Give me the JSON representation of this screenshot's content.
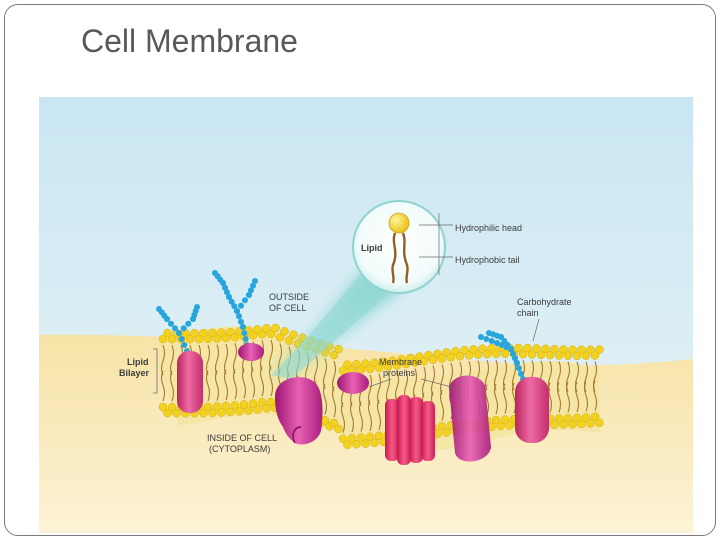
{
  "slide": {
    "title": "Cell Membrane"
  },
  "diagram": {
    "labels": {
      "lipid": "Lipid",
      "hydrophilic_head": "Hydrophilic head",
      "hydrophobic_tail": "Hydrophobic tail",
      "outside_line1": "OUTSIDE",
      "outside_line2": "OF CELL",
      "carbohydrate_line1": "Carbohydrate",
      "carbohydrate_line2": "chain",
      "lipid_bilayer_line1": "Lipid",
      "lipid_bilayer_line2": "Bilayer",
      "membrane_proteins_line1": "Membrane",
      "membrane_proteins_line2": "proteins",
      "inside_line1": "INSIDE OF CELL",
      "inside_line2": "(CYTOPLASM)"
    },
    "colors": {
      "sky_top": "#c9e6f3",
      "sky_bottom": "#e9f4f6",
      "cytoplasm_top": "#f8e7b0",
      "cytoplasm_bottom": "#fbf1cf",
      "lipid_head": "#f2d21f",
      "lipid_tail": "#a6782d",
      "carbohydrate": "#27a5dd",
      "protein_pink": "#e63d8a",
      "protein_magenta": "#c7238c",
      "lens_glow": "#8fd9d4"
    }
  }
}
